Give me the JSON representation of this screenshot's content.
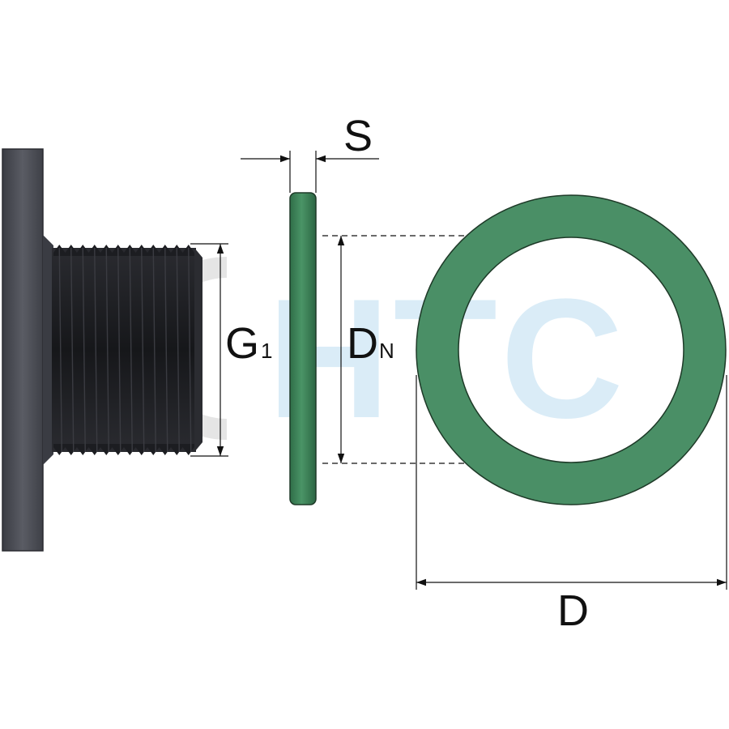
{
  "watermark": {
    "logo_text": "HTC",
    "color": "#d6ebf7"
  },
  "colors": {
    "washer_fill": "#4a8f66",
    "washer_dark": "#2f6e48",
    "outline": "#1e3a28",
    "plug_body": "#4b4d55",
    "thread": "#1c1d21",
    "dimension_line": "#111111"
  },
  "labels": {
    "s": {
      "main": "S"
    },
    "g1": {
      "main": "G",
      "sub": "1"
    },
    "dn": {
      "main": "D",
      "sub": "N"
    },
    "d": {
      "main": "D"
    }
  }
}
